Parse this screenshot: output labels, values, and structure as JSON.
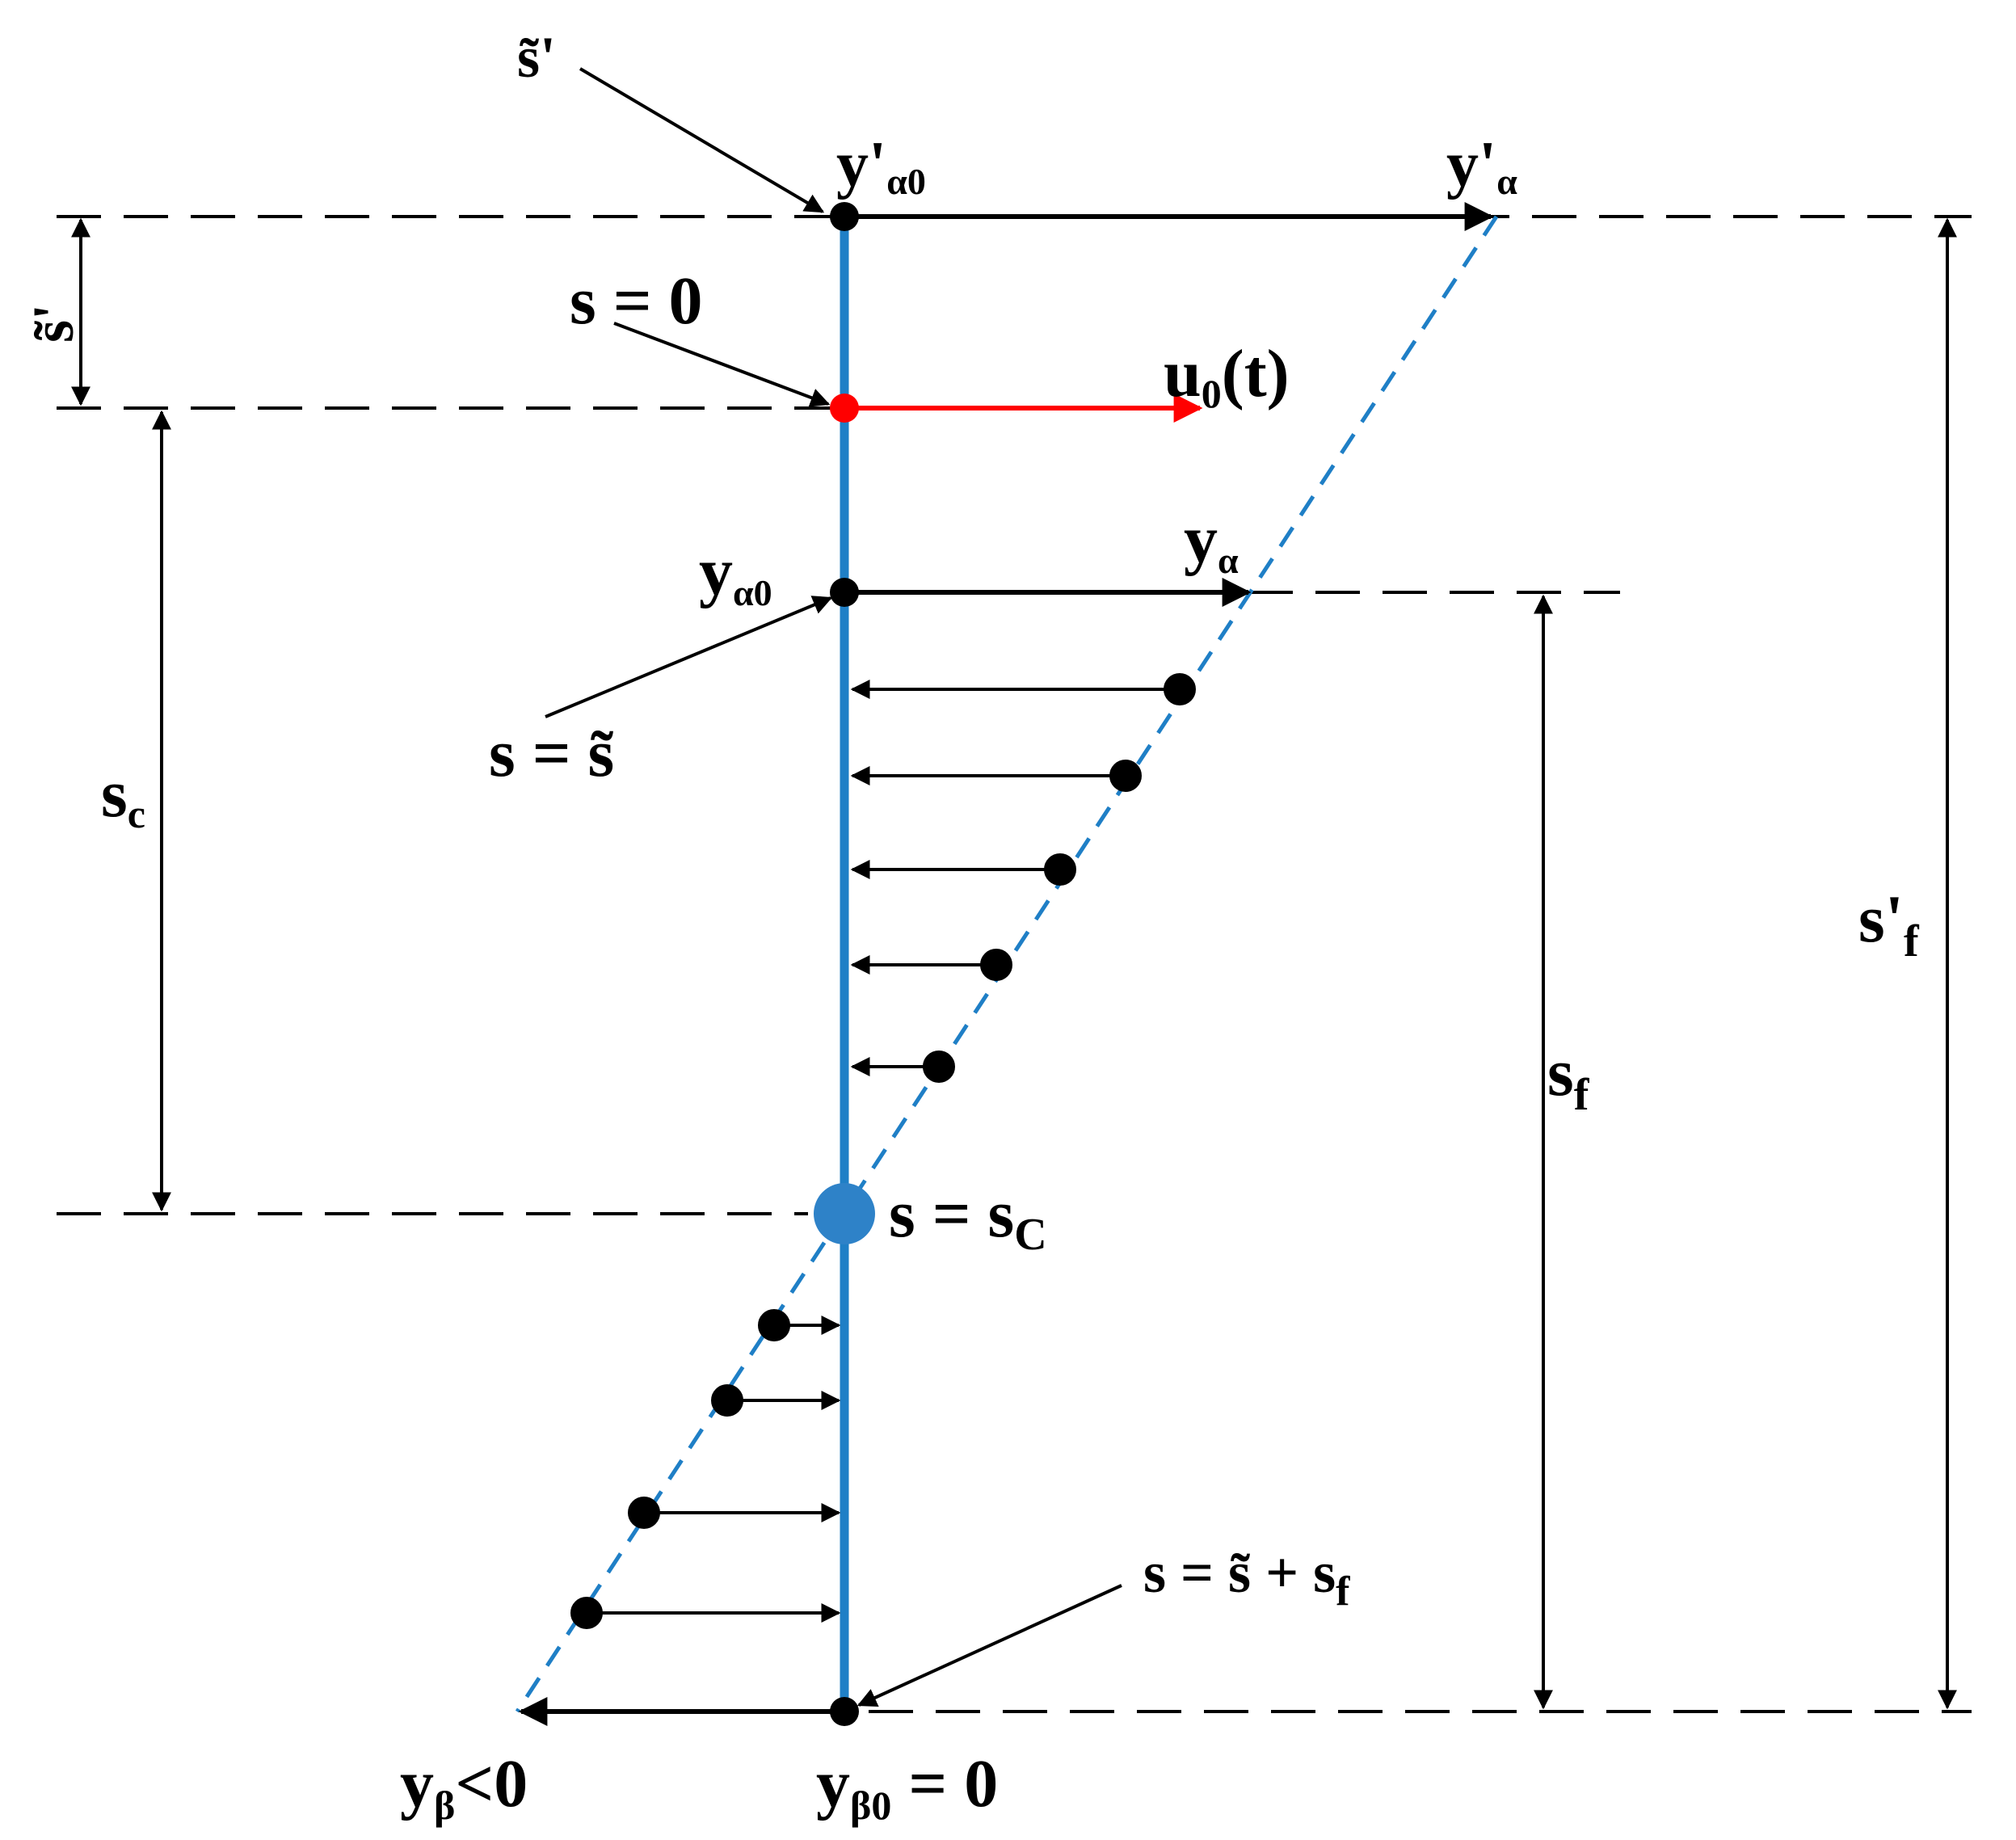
{
  "colors": {
    "axis": "#1f7fc6",
    "dash": "#1f7fc6",
    "red": "#ff0000",
    "ink": "#000000"
  },
  "labels": {
    "s_tilde_prime_pointer": "s̃'",
    "y_alpha0_prime": "y'",
    "y_alpha0_prime_sub": "α0",
    "y_alpha_prime": "y'",
    "y_alpha_prime_sub": "α",
    "s_tilde_prime_dim": "s̃'",
    "s_zero": "s = 0",
    "u0t": "u",
    "u0t_sub": "0",
    "u0t_arg": "(t)",
    "y_alpha0": "y",
    "y_alpha0_sub": "α0",
    "y_alpha": "y",
    "y_alpha_sub": "α",
    "s_tilde": "s = s̃",
    "s_c_dim": "s",
    "s_c_dim_sub": "c",
    "s_eq_sc": "s = s",
    "s_eq_sc_sub": "C",
    "s_f_prime": "s'",
    "s_f_prime_sub": "f",
    "s_f": "s",
    "s_f_sub": "f",
    "s_end": "s = s̃ + s",
    "s_end_sub": "f",
    "y_beta": "y",
    "y_beta_sub": "β",
    "y_beta_rest": "<0",
    "y_beta0": "y",
    "y_beta0_sub": "β0",
    "y_beta0_rest": " = 0"
  }
}
